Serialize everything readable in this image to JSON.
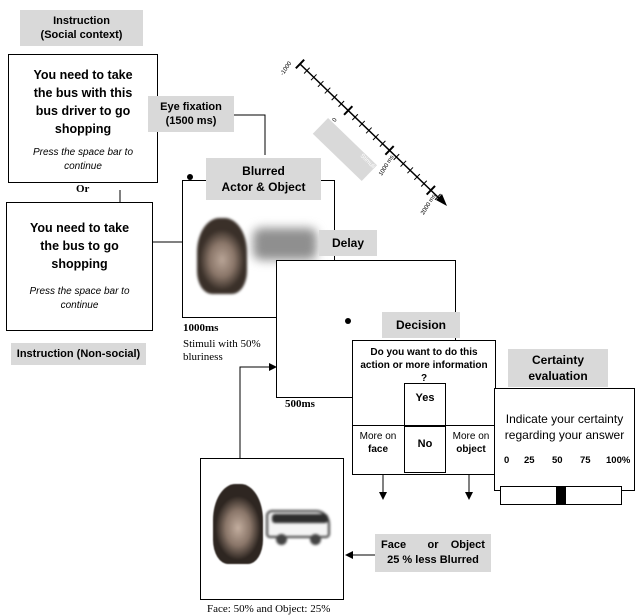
{
  "instruction_social": {
    "tag": "Instruction\n(Social context)",
    "main": "You need to take the bus with this bus driver to go shopping",
    "hint": "Press the space bar to continue"
  },
  "or_label": "Or",
  "instruction_nonsocial": {
    "main": "You need to take the bus to go shopping",
    "hint": "Press the space bar to continue",
    "tag": "Instruction (Non-social)"
  },
  "eye_fixation": {
    "label": "Eye fixation\n(1500 ms)"
  },
  "blurred": {
    "label": "Blurred\nActor & Object",
    "duration": "1000ms",
    "note": "Stimuli with 50% bluriness"
  },
  "delay": {
    "label": "Delay",
    "duration": "500ms"
  },
  "decision": {
    "label": "Decision",
    "question": "Do you want to do this action or more information ?",
    "yes": "Yes",
    "no": "No",
    "more_face": "More on face",
    "more_object": "More on object",
    "result": "Face       or    Object\n25 % less Blurred"
  },
  "certainty": {
    "label": "Certainty\nevaluation",
    "prompt": "Indicate your certainty regarding your answer",
    "scale": [
      "0",
      "25",
      "50",
      "75",
      "100%"
    ],
    "marker_value": 50
  },
  "final": {
    "caption": "Face: 50% and Object: 25%"
  },
  "timeline": {
    "ticks": [
      "-1000",
      "0",
      "1000 ms",
      "2000 ms"
    ],
    "stimuli_label": "Stimuli"
  }
}
